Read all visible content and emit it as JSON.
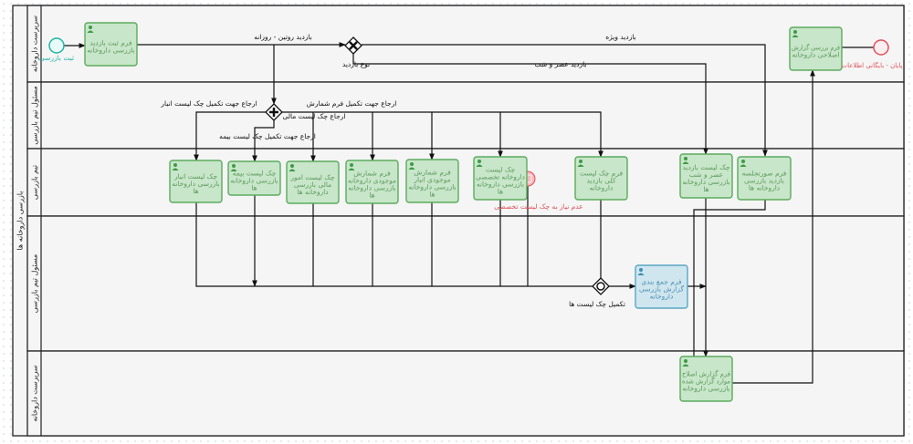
{
  "pool": {
    "title": "بازرسی داروخانه ها"
  },
  "lanes": [
    {
      "id": "l1",
      "title": "سرپرست داروخانه"
    },
    {
      "id": "l2",
      "title": "مسئول تیم بازرسی"
    },
    {
      "id": "l3",
      "title": "تیم بازرسی"
    },
    {
      "id": "l4",
      "title": "مسئول تیم بازرسی"
    },
    {
      "id": "l5",
      "title": "سرپرست داروخانه"
    }
  ],
  "events": {
    "start": {
      "label": "ثبت بازرسی",
      "color": "#1fb5a5"
    },
    "end": {
      "label": "پایان - بایگانی اطلاعات",
      "color": "#e0505a"
    },
    "boundary": {
      "label": "عدم نیاز به چک لیست تخصصی",
      "color": "#e0505a"
    }
  },
  "gateways": {
    "visit_type": {
      "type": "exclusive",
      "label": "نوع بازدید"
    },
    "fork": {
      "type": "parallel",
      "label": ""
    },
    "join": {
      "type": "inclusive",
      "label": "تکمیل چک لیست ها"
    }
  },
  "tasks": [
    {
      "id": "t_register",
      "icon": "user-icon",
      "lines": [
        "فرم ثبت بازدید",
        "بازرسی داروخانه"
      ]
    },
    {
      "id": "t_review",
      "icon": "user-icon",
      "lines": [
        "فرم بررسی گزارش",
        "اصلاحی داروخانه"
      ]
    },
    {
      "id": "t_warehouse",
      "icon": "user-icon",
      "lines": [
        "چک لیست انبار",
        "بازرسی داروخانه",
        "ها"
      ]
    },
    {
      "id": "t_insurance",
      "icon": "user-icon",
      "lines": [
        "چک لیست بیمه",
        "بازرسی داروخانه",
        "ها"
      ]
    },
    {
      "id": "t_finance",
      "icon": "user-icon",
      "lines": [
        "چک لیست امور",
        "مالی بازرسی",
        "داروخانه ها"
      ]
    },
    {
      "id": "t_count_pharm",
      "icon": "user-icon",
      "lines": [
        "فرم شمارش",
        "موجودی داروخانه",
        "بازرسی داروخانه",
        "ها"
      ]
    },
    {
      "id": "t_count_wh",
      "icon": "user-icon",
      "lines": [
        "فرم شمارش",
        "موجودی انبار",
        "بازرسی داروخانه",
        "ها"
      ]
    },
    {
      "id": "t_special",
      "icon": "user-icon",
      "lines": [
        "چک لیست",
        "داروخانه تخصصی",
        "بازرسی داروخانه",
        "ها"
      ]
    },
    {
      "id": "t_general",
      "icon": "user-icon",
      "lines": [
        "فرم چک لیست",
        "کلی بازدید",
        "داروخانه"
      ]
    },
    {
      "id": "t_evening",
      "icon": "user-icon",
      "lines": [
        "چک لیست بازدید",
        "عصر و شب",
        "بازرسی داروخانه",
        "ها"
      ]
    },
    {
      "id": "t_minutes",
      "icon": "user-icon",
      "lines": [
        "فرم صورتجلسه",
        "بازدید بازرسی",
        "داروخانه ها"
      ]
    },
    {
      "id": "t_summary",
      "icon": "user-icon",
      "lines": [
        "فرم جمع بندی",
        "گزارش بازرسی",
        "داروخانه"
      ]
    },
    {
      "id": "t_correction",
      "icon": "user-icon",
      "lines": [
        "فرم گزارش اصلاح",
        "موارد گزارش شده",
        "بازرسی داروخانه"
      ]
    }
  ],
  "edge_labels": [
    {
      "id": "routine",
      "text": "بازدید روتین - روزانه"
    },
    {
      "id": "special",
      "text": "بازدید ویژه"
    },
    {
      "id": "evening",
      "text": "بازدید عصر و شب"
    },
    {
      "id": "ref_warehouse",
      "text": "ارجاع جهت تکمیل چک لیست انبار"
    },
    {
      "id": "ref_count",
      "text": "ارجاع جهت تکمیل فرم شمارش"
    },
    {
      "id": "ref_finance",
      "text": "ارجاع چک لیست مالی"
    },
    {
      "id": "ref_insurance",
      "text": "ارجاع جهت تکمیل چک لیست بیمه"
    }
  ]
}
